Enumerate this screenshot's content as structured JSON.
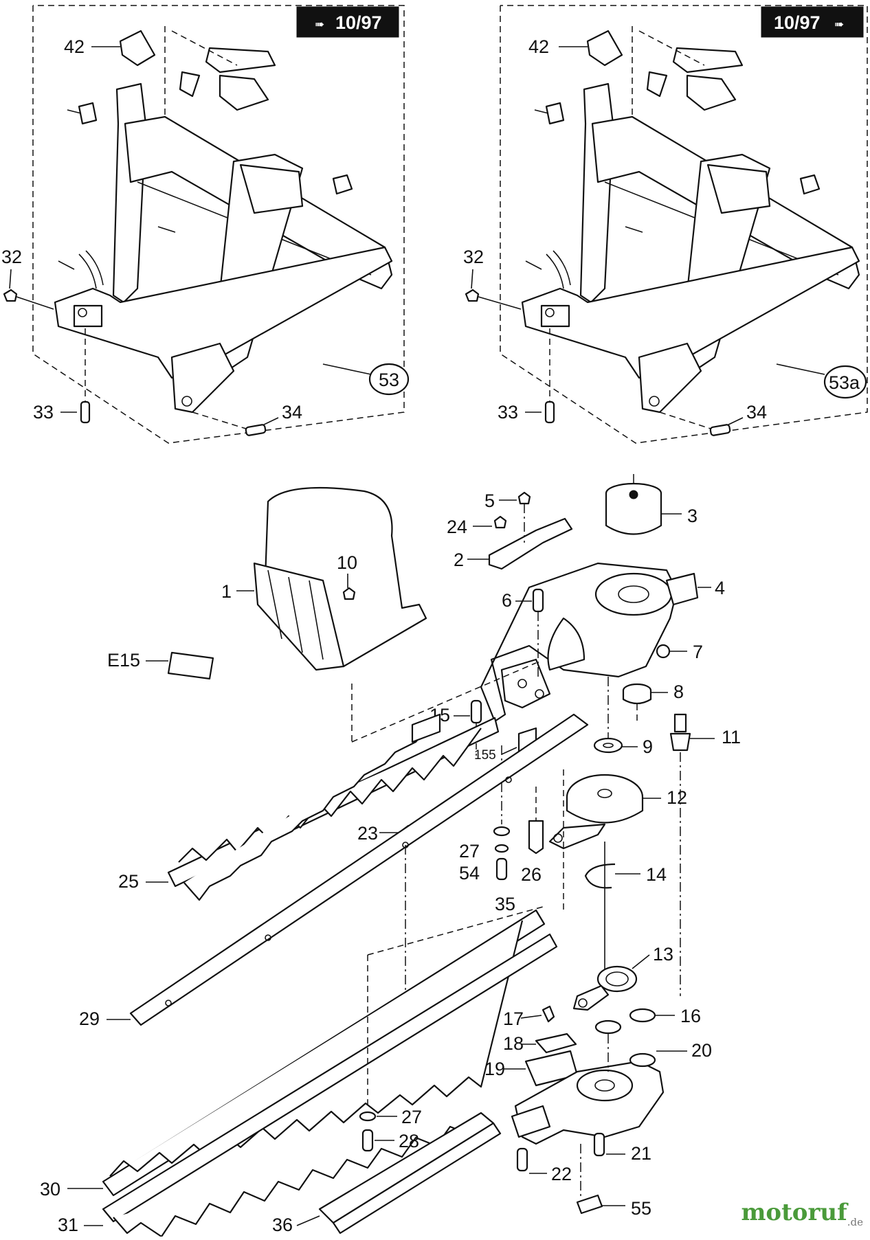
{
  "badges": {
    "left": "10/97",
    "right": "10/97"
  },
  "frame_labels": {
    "left": {
      "l42": "42",
      "l32": "32",
      "l33": "33",
      "l34": "34",
      "assembly": "53"
    },
    "right": {
      "l42": "42",
      "l32": "32",
      "l33": "33",
      "l34": "34",
      "assembly": "53a"
    }
  },
  "parts": {
    "p1": "1",
    "p2": "2",
    "p3": "3",
    "p4": "4",
    "p5": "5",
    "p6": "6",
    "p7": "7",
    "p8": "8",
    "p9": "9",
    "p10": "10",
    "p11": "11",
    "p12": "12",
    "p13": "13",
    "p14": "14",
    "p15": "15",
    "p155": "155",
    "p16": "16",
    "p17": "17",
    "p18": "18",
    "p19": "19",
    "p20": "20",
    "p21": "21",
    "p22": "22",
    "p23": "23",
    "p24": "24",
    "p25": "25",
    "p26": "26",
    "p27a": "27",
    "p27b": "27",
    "p28": "28",
    "p29": "29",
    "p30": "30",
    "p31": "31",
    "p35": "35",
    "p36": "36",
    "p54": "54",
    "p55": "55",
    "pE15": "E15"
  },
  "watermark": {
    "name": "motoruf",
    "suffix": ".de"
  },
  "colors": {
    "ink": "#111111",
    "badge_bg": "#111111",
    "badge_text": "#ffffff",
    "watermark": "#4a9a3a"
  }
}
